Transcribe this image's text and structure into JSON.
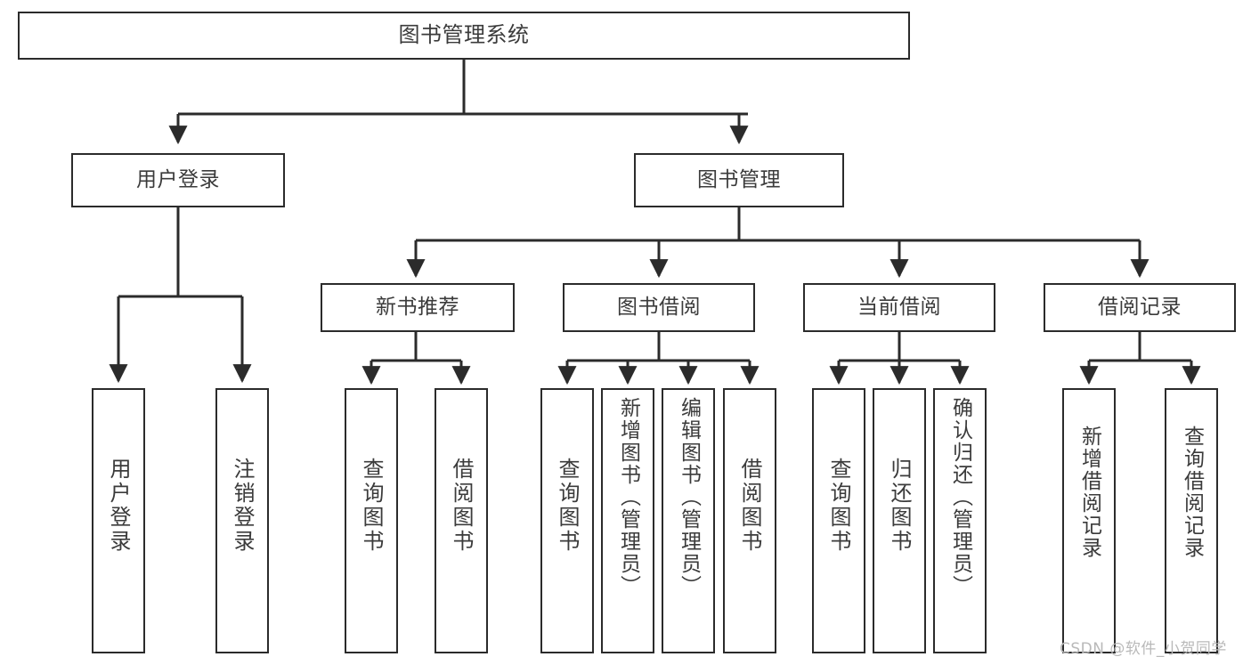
{
  "diagram": {
    "type": "tree-hierarchy-chart",
    "title": "图书管理系统",
    "watermark": "CSDN @软件_小贺同学",
    "colors": {
      "stroke": "#2b2b2b",
      "text": "#3b3b3b",
      "background": "#ffffff",
      "watermark": "#b9b9b9"
    },
    "nodes": {
      "root": {
        "label": "图书管理系统"
      },
      "level1": [
        {
          "label": "用户登录"
        },
        {
          "label": "图书管理"
        }
      ],
      "level2": [
        {
          "label": "新书推荐"
        },
        {
          "label": "图书借阅"
        },
        {
          "label": "当前借阅"
        },
        {
          "label": "借阅记录"
        }
      ],
      "leaves_user_login": [
        {
          "label": "用户登录"
        },
        {
          "label": "注销登录"
        }
      ],
      "leaves_new_book": [
        {
          "label": "查询图书"
        },
        {
          "label": "借阅图书"
        }
      ],
      "leaves_borrow": [
        {
          "label": "查询图书"
        },
        {
          "label": "新增图书（管理员）"
        },
        {
          "label": "编辑图书（管理员）"
        },
        {
          "label": "借阅图书"
        }
      ],
      "leaves_current": [
        {
          "label": "查询图书"
        },
        {
          "label": "归还图书"
        },
        {
          "label": "确认归还（管理员）"
        }
      ],
      "leaves_records": [
        {
          "label": "新增借阅记录"
        },
        {
          "label": "查询借阅记录"
        }
      ]
    }
  }
}
